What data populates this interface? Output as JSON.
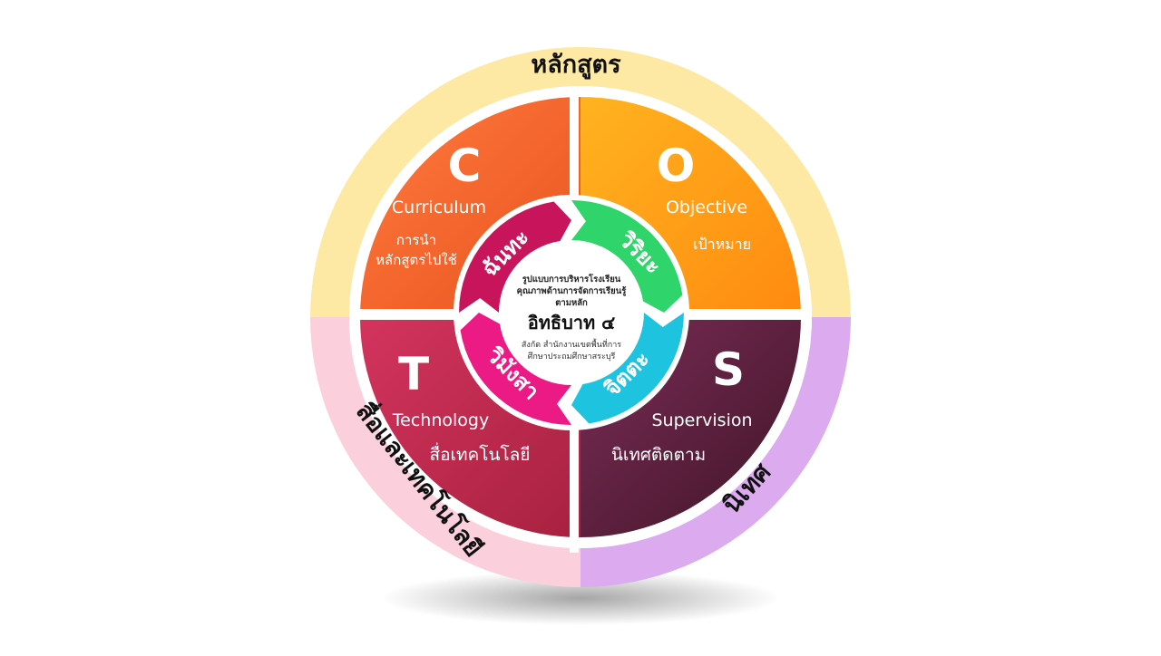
{
  "outer_ring": {
    "top_label": "หลักสูตร",
    "left_label": "สื่อและเทคโนโลยี",
    "right_label": "นิเทศ",
    "colors": {
      "top": "#fde9a3",
      "bottom_left": "#fbd0dc",
      "bottom_right": "#dcaaee"
    }
  },
  "quadrants": [
    {
      "id": "c",
      "letter": "C",
      "english": "Curriculum",
      "thai_lines": [
        "การนำ",
        "หลักสูตรไปใช้"
      ],
      "color_a": "#ff7a3d",
      "color_b": "#e8531f"
    },
    {
      "id": "o",
      "letter": "O",
      "english": "Objective",
      "thai_lines": [
        "เป้าหมาย"
      ],
      "color_a": "#ffb31f",
      "color_b": "#ff8a10"
    },
    {
      "id": "t",
      "letter": "T",
      "english": "Technology",
      "thai_lines": [
        "สื่อเทคโนโลยี"
      ],
      "color_a": "#d3345e",
      "color_b": "#a8213f"
    },
    {
      "id": "s",
      "letter": "S",
      "english": "Supervision",
      "thai_lines": [
        "นิเทศติดตาม"
      ],
      "color_a": "#7b2d57",
      "color_b": "#3f1426"
    }
  ],
  "cycle": [
    {
      "id": "chanta",
      "label": "ฉันทะ",
      "color": "#c8145a"
    },
    {
      "id": "viriya",
      "label": "วิริยะ",
      "color": "#2fd46a"
    },
    {
      "id": "chitta",
      "label": "จิตตะ",
      "color": "#1ec3e0"
    },
    {
      "id": "vimangsa",
      "label": "วิมังสา",
      "color": "#ec1a85"
    }
  ],
  "center": {
    "title_lines": [
      "รูปแบบการบริหารโรงเรียน",
      "คุณภาพด้านการจัดการเรียนรู้",
      "ตามหลัก"
    ],
    "main": "อิทธิบาท ๔",
    "sub_lines": [
      "สังกัด สำนักงานเขตพื้นที่การ",
      "ศึกษาประถมศึกษาสระบุรี"
    ]
  }
}
